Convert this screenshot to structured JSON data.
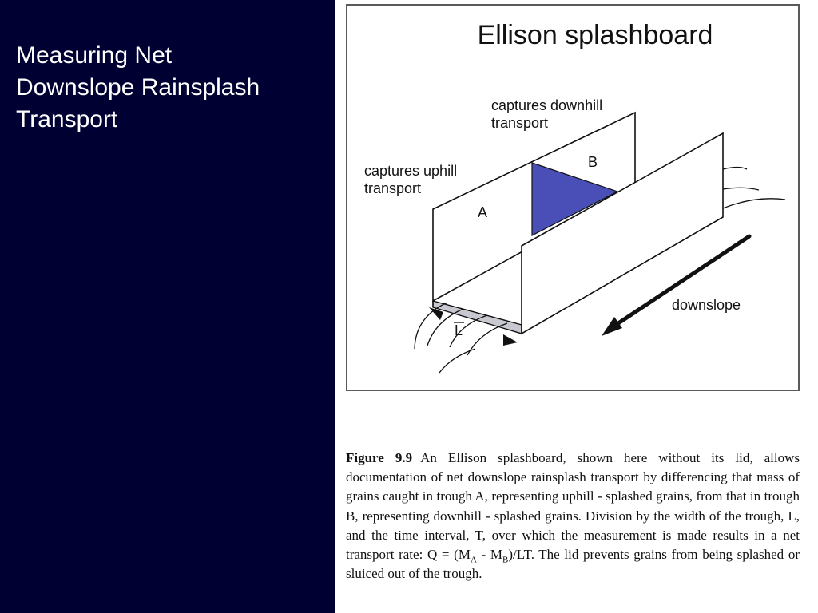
{
  "slide": {
    "title_lines": [
      "Measuring Net",
      "Downslope Rainsplash",
      "Transport"
    ]
  },
  "diagram": {
    "title": "Ellison splashboard",
    "label_downhill_1": "captures downhill",
    "label_downhill_2": "transport",
    "label_uphill_1": "captures uphill",
    "label_uphill_2": "transport",
    "label_a": "A",
    "label_b": "B",
    "label_l": "L",
    "label_downslope": "downslope",
    "colors": {
      "triangle_fill": "#4a4fb8",
      "line": "#111111",
      "background": "#000033"
    }
  },
  "caption": {
    "figure_label": "Figure 9.9",
    "text_1": "An Ellison splashboard, shown here without its lid, allows documentation of net downslope rainsplash transport by differencing that mass of grains caught in trough A, representing uphill - splashed grains, from that in trough B, representing downhill - splashed grains.   Division by the width of the trough, L, and the time interval, T, over which the measurement is made results in a net transport rate: Q = (M",
    "sub_a": "A",
    "text_2": " - M",
    "sub_b": "B",
    "text_3": ")/LT.  The lid prevents grains from being splashed or sluiced out of the trough."
  }
}
